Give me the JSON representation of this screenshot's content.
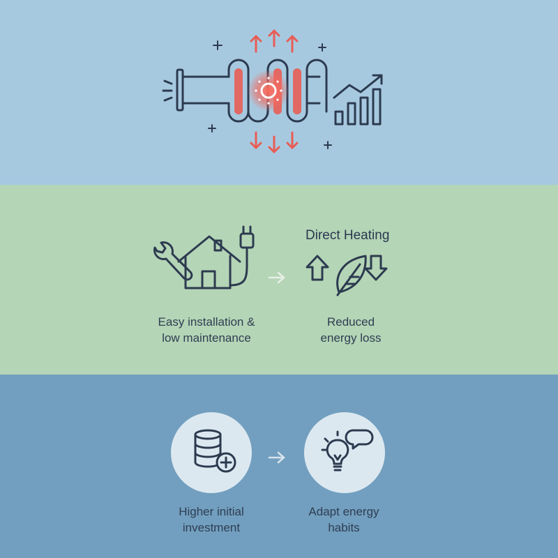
{
  "top_panel": {
    "icons": [
      "heater-pipe-icon",
      "heat-glow-icon",
      "heat-arrows-icon",
      "bar-chart-trend-icon"
    ]
  },
  "middle_panel": {
    "heading": "Direct Heating",
    "left_caption": "Easy installation &\nlow maintenance",
    "right_caption": "Reduced\nenergy loss",
    "icons": [
      "wrench-house-plug-icon",
      "arrow-right-icon",
      "leaf-up-down-arrows-icon"
    ]
  },
  "bottom_panel": {
    "left_caption": "Higher initial\ninvestment",
    "right_caption": "Adapt energy\nhabits",
    "icons": [
      "coin-stack-plus-icon",
      "arrow-right-icon",
      "lightbulb-speech-icon"
    ]
  },
  "colors": {
    "top_band": "#a7c9e0",
    "middle_band": "#b4d5b6",
    "bottom_band": "#729fbf",
    "line": "#2c3a4f",
    "heat_red": "#e85d55",
    "circle_fill": "#dce8f0"
  }
}
